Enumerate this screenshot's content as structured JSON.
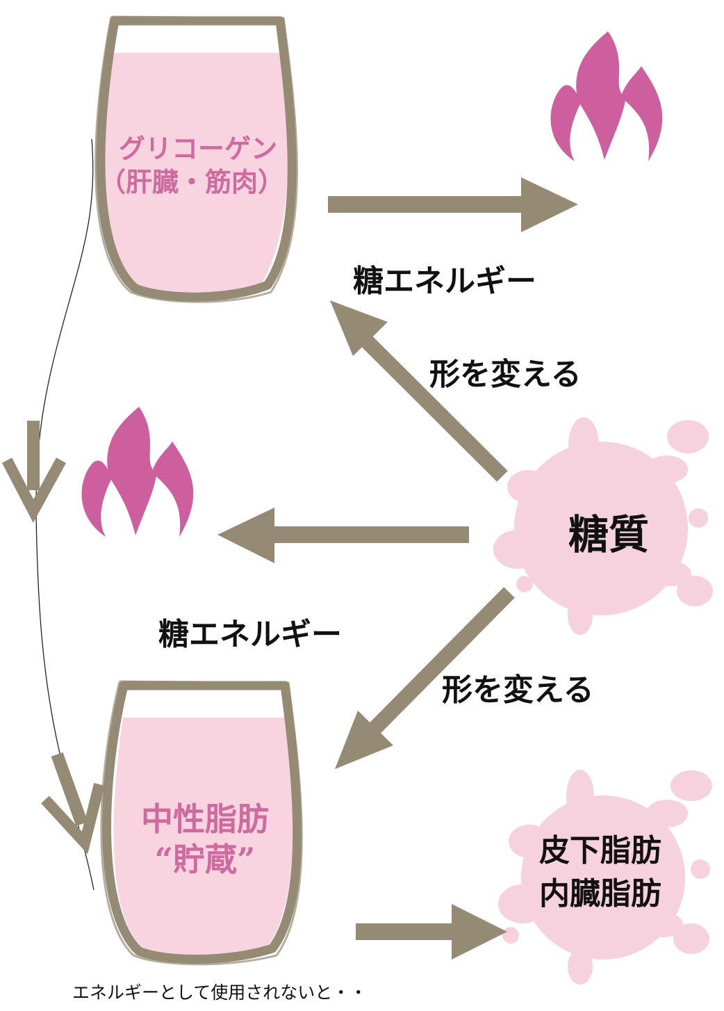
{
  "colors": {
    "arrow": "#958b75",
    "cup_outline": "#958b75",
    "cup_fill": "#f8d3e0",
    "flame": "#cd5f9f",
    "splash": "#f6d2de",
    "cup_text": "#cf6a9f",
    "text": "#111111"
  },
  "icons": [
    "flame-icon",
    "flame-icon",
    "splash-shape",
    "splash-shape"
  ],
  "glycogen_cup": {
    "line1": "グリコーゲン",
    "line2": "（肝臓・筋肉）"
  },
  "fat_cup": {
    "line1": "中性脂肪",
    "line2": "“貯蔵”"
  },
  "sugar": {
    "label": "糖質"
  },
  "subcutaneous": {
    "line1": "皮下脂肪",
    "line2": "内臓脂肪"
  },
  "labels": {
    "energy_top": "糖エネルギー",
    "energy_mid": "糖エネルギー",
    "change_top": "形を変える",
    "change_bottom": "形を変える"
  },
  "footer": {
    "note": "エネルギーとして使用されないと・・"
  }
}
